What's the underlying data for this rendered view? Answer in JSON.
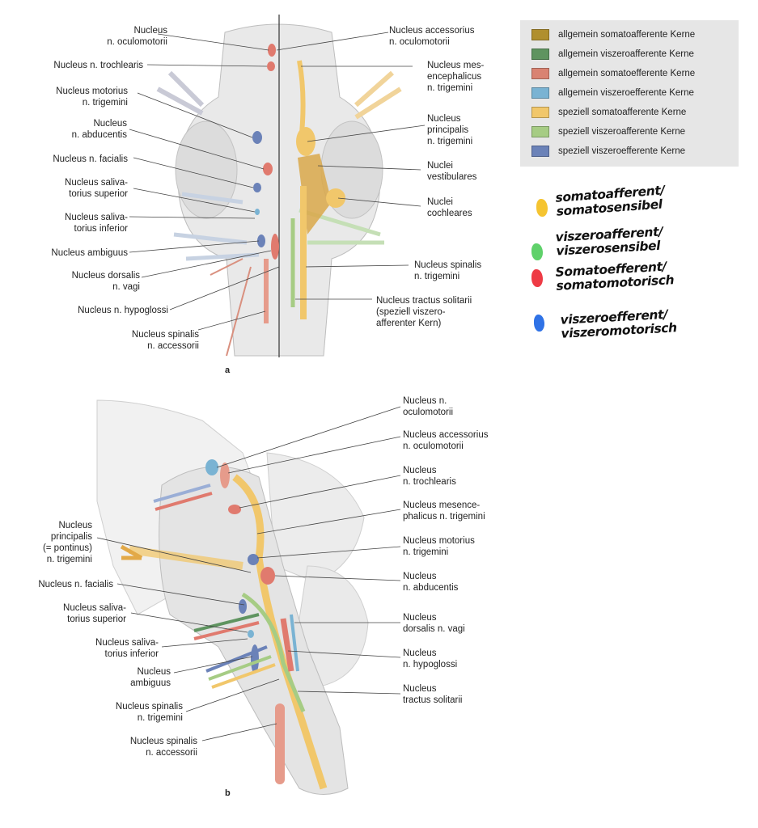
{
  "figure_a": {
    "label": "a",
    "labels_left": [
      "Nucleus\nn. oculomotorii",
      "Nucleus n. trochlearis",
      "Nucleus motorius\nn. trigemini",
      "Nucleus\nn. abducentis",
      "Nucleus n. facialis",
      "Nucleus saliva-\ntorius superior",
      "Nucleus saliva-\ntorius inferior",
      "Nucleus ambiguus",
      "Nucleus dorsalis\nn. vagi",
      "Nucleus n. hypoglossi",
      "Nucleus spinalis\nn. accessorii"
    ],
    "labels_right": [
      "Nucleus accessorius\nn. oculomotorii",
      "Nucleus mes-\nencephalicus\nn. trigemini",
      "Nucleus\nprincipalis\nn. trigemini",
      "Nuclei\nvestibulares",
      "Nuclei\ncochleares",
      "Nucleus spinalis\nn. trigemini",
      "Nucleus tractus solitarii\n(speziell viszero-\nafferenter Kern)"
    ]
  },
  "figure_b": {
    "label": "b",
    "labels_left": [
      "Nucleus\nprincipalis\n(= pontinus)\nn. trigemini",
      "Nucleus n. facialis",
      "Nucleus saliva-\ntorius superior",
      "Nucleus saliva-\ntorius inferior",
      "Nucleus\nambiguus",
      "Nucleus spinalis\nn. trigemini",
      "Nucleus spinalis\nn. accessorii"
    ],
    "labels_right": [
      "Nucleus n.\noculomotorii",
      "Nucleus accessorius\nn. oculomotorii",
      "Nucleus\nn. trochlearis",
      "Nucleus mesence-\nphalicus n. trigemini",
      "Nucleus motorius\nn. trigemini",
      "Nucleus\nn. abducentis",
      "Nucleus\ndorsalis n. vagi",
      "Nucleus\nn. hypoglossi",
      "Nucleus\ntractus solitarii"
    ]
  },
  "legend": [
    {
      "label": "allgemein somatoafferente Kerne",
      "color": "#b08f2e"
    },
    {
      "label": "allgemein viszeroafferente Kerne",
      "color": "#5f9460"
    },
    {
      "label": "allgemein somatoefferente Kerne",
      "color": "#d98372"
    },
    {
      "label": "allgemein viszeroefferente Kerne",
      "color": "#7ab3d3"
    },
    {
      "label": "speziell somatoafferente Kerne",
      "color": "#f1c76b"
    },
    {
      "label": "speziell viszeroafferente Kerne",
      "color": "#a6cc84"
    },
    {
      "label": "speziell viszeroefferente Kerne",
      "color": "#6b82b8"
    }
  ],
  "handwritten_notes": [
    {
      "text": "somatoafferent/\nsomatosensibel",
      "color": "#f5c431"
    },
    {
      "text": "viszeroafferent/\nviszerosensibel",
      "color": "#5fd16a"
    },
    {
      "text": "Somatoefferent/\nsomatomotorisch",
      "color": "#ee3b45"
    },
    {
      "text": "viszeroefferent/\nviszeromotorisch",
      "color": "#2f72e6"
    }
  ]
}
